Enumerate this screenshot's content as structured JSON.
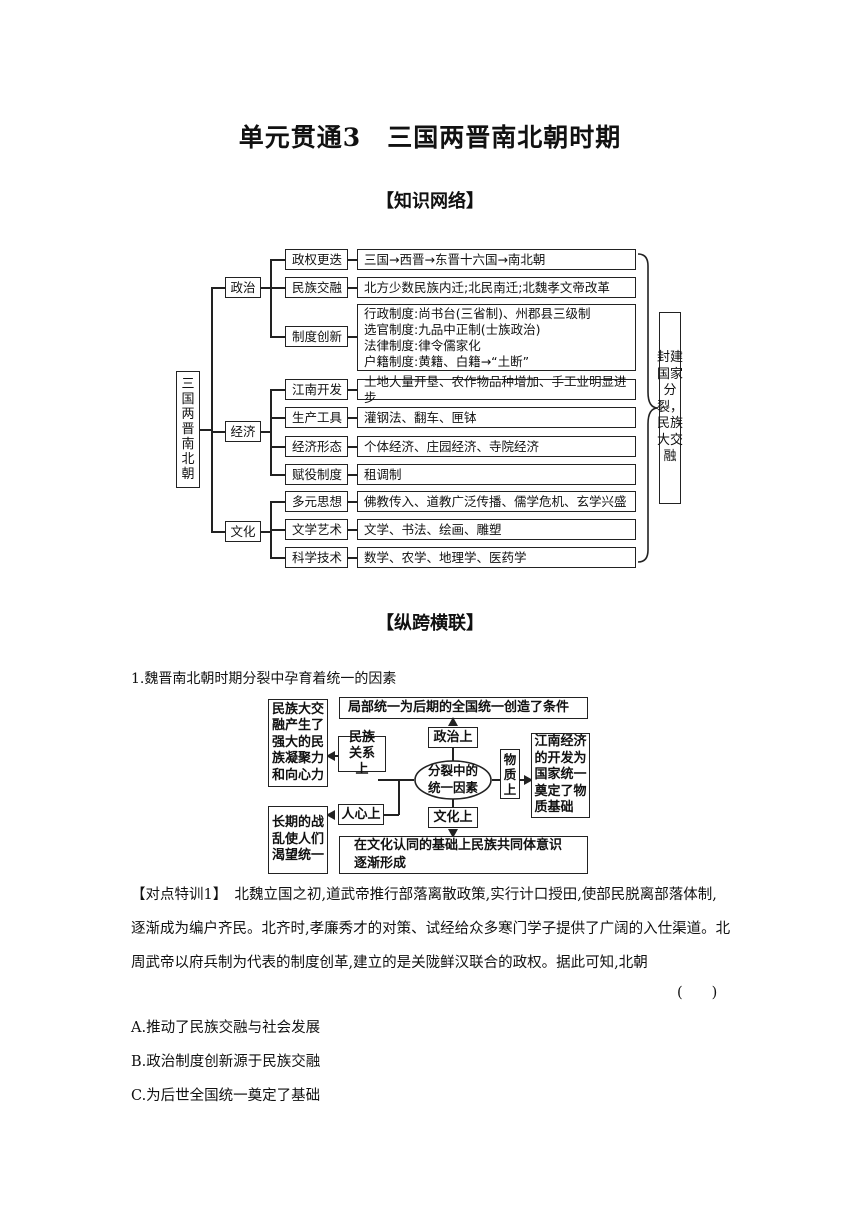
{
  "title": "单元贯通3　三国两晋南北朝时期",
  "network_heading": "【知识网络】",
  "network": {
    "root": "三国两晋南北朝",
    "right_summary": "封建国家分裂，民族大交融",
    "politics": {
      "label": "政治",
      "rows": [
        {
          "cat": "政权更迭",
          "text": "三国→西晋→东晋十六国→南北朝"
        },
        {
          "cat": "民族交融",
          "text": "北方少数民族内迁;北民南迁;北魏孝文帝改革"
        },
        {
          "cat": "制度创新",
          "lines": [
            "行政制度:尚书台(三省制)、州郡县三级制",
            "选官制度:九品中正制(士族政治)",
            "法律制度:律令儒家化",
            "户籍制度:黄籍、白籍→“土断”"
          ]
        }
      ]
    },
    "economy": {
      "label": "经济",
      "rows": [
        {
          "cat": "江南开发",
          "text": "土地大量开垦、农作物品种增加、手工业明显进步"
        },
        {
          "cat": "生产工具",
          "text": "灌钢法、翻车、匣钵"
        },
        {
          "cat": "经济形态",
          "text": "个体经济、庄园经济、寺院经济"
        },
        {
          "cat": "赋役制度",
          "text": "租调制"
        }
      ]
    },
    "culture": {
      "label": "文化",
      "rows": [
        {
          "cat": "多元思想",
          "text": "佛教传入、道教广泛传播、儒学危机、玄学兴盛"
        },
        {
          "cat": "文学艺术",
          "text": "文学、书法、绘画、雕塑"
        },
        {
          "cat": "科学技术",
          "text": "数学、农学、地理学、医药学"
        }
      ]
    }
  },
  "crosslink_heading": "【纵跨横联】",
  "item1": "1.魏晋南北朝时期分裂中孕育着统一的因素",
  "diagram2": {
    "center": "分裂中的统一因素",
    "politics": "政治上",
    "culture": "文化上",
    "ethnic": "民族关系上",
    "material": "物质上",
    "people": "人心上",
    "top": "局部统一为后期的全国统一创造了条件",
    "bottom": "在文化认同的基础上民族共同体意识逐渐形成",
    "left_top": "民族大交融产生了强大的民族凝聚力和向心力",
    "left_bottom": "长期的战乱使人们渴望统一",
    "right": "江南经济的开发为国家统一奠定了物质基础"
  },
  "exercise": {
    "tag": "【对点特训1】",
    "text": "　北魏立国之初,道武帝推行部落离散政策,实行计口授田,使部民脱离部落体制,逐渐成为编户齐民。北齐时,孝廉秀才的对策、试经给众多寒门学子提供了广阔的入仕渠道。北周武帝以府兵制为代表的制度创革,建立的是关陇鲜汉联合的政权。据此可知,北朝",
    "paren": "(　　)",
    "options": [
      "A.推动了民族交融与社会发展",
      "B.政治制度创新源于民族交融",
      "C.为后世全国统一奠定了基础"
    ]
  }
}
